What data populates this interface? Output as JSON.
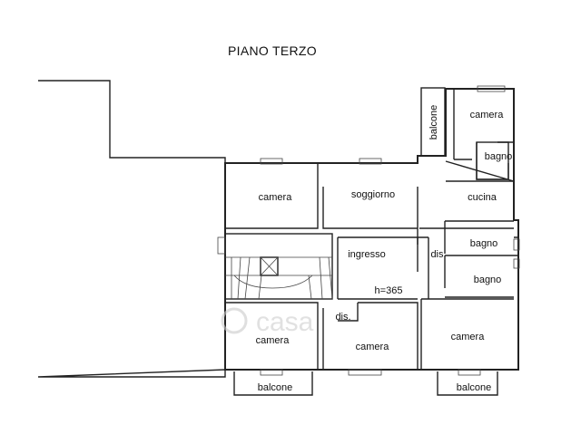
{
  "title": "PIANO TERZO",
  "watermark": "casa",
  "rooms": {
    "camera_top_right": "camera",
    "bagno_top": "bagno",
    "balcone_right": "balcone",
    "camera_mid_left": "camera",
    "soggiorno": "soggiorno",
    "cucina": "cucina",
    "ingresso": "ingresso",
    "dis_upper": "dis.",
    "bagno_mid": "bagno",
    "bagno_lower": "bagno",
    "height_note": "h=365",
    "dis_lower": "dis.",
    "camera_bottom_left": "camera",
    "camera_bottom_mid": "camera",
    "camera_bottom_right": "camera",
    "balcone_bottom_left": "balcone",
    "balcone_bottom_right": "balcone"
  }
}
